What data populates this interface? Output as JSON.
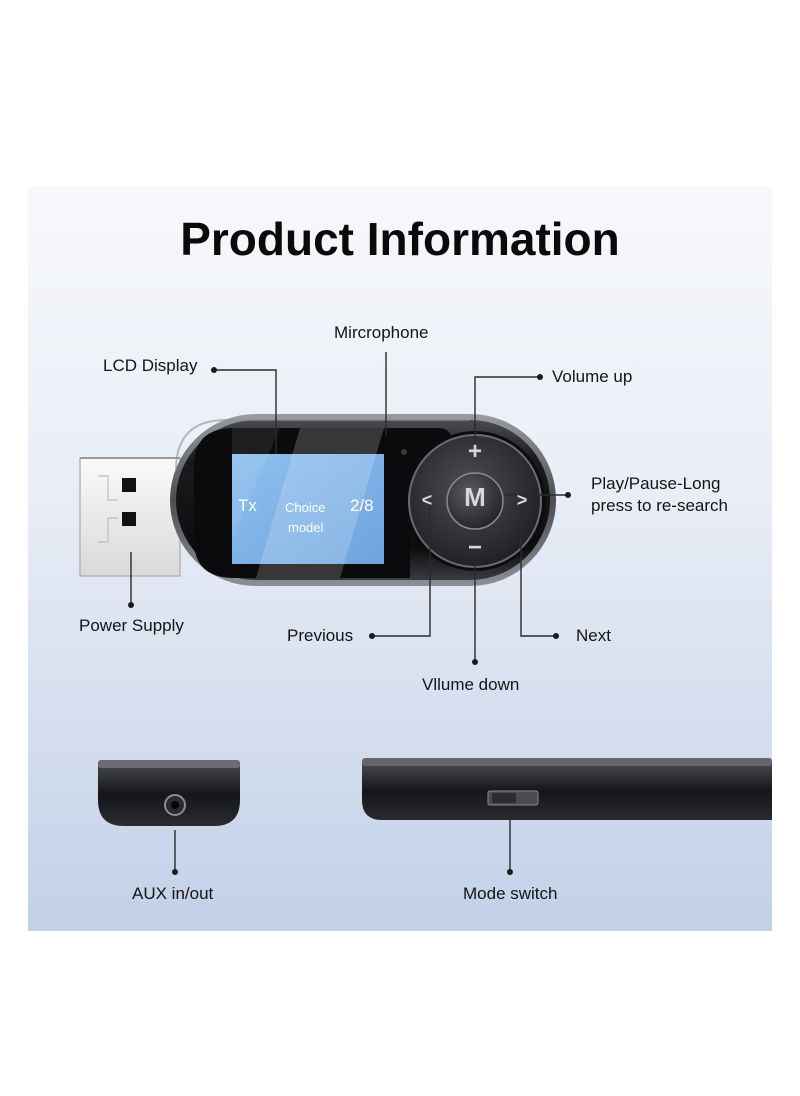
{
  "title": "Product Information",
  "labels": {
    "microphone": "Mircrophone",
    "lcd_display": "LCD Display",
    "volume_up": "Volume up",
    "play_pause_line1": "Play/Pause-Long",
    "play_pause_line2": "press to re-search",
    "power_supply": "Power Supply",
    "previous": "Previous",
    "next": "Next",
    "volume_down": "Vllume down",
    "aux": "AUX in/out",
    "mode_switch": "Mode switch"
  },
  "lcd": {
    "mode": "Tx",
    "line1": "Choice",
    "track": "2/8",
    "line2": "model"
  },
  "buttons": {
    "menu": "M",
    "plus": "+",
    "minus": "−",
    "prev": "<",
    "next": ">"
  },
  "colors": {
    "lcd_blue": "#7fb3e8",
    "device_body": "#1c1c1e"
  }
}
